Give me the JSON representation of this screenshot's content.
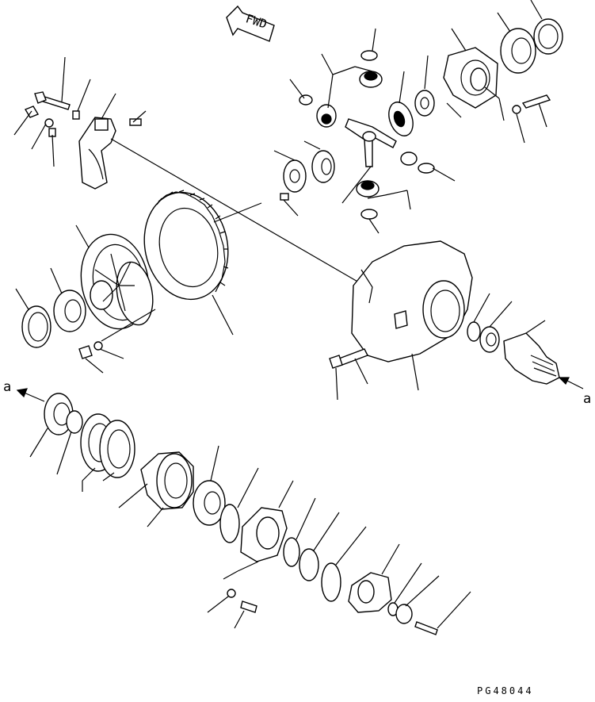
{
  "diagram": {
    "direction_tag": "FWD",
    "view_marker_left": "a",
    "view_marker_right": "a",
    "drawing_code": "PG48044"
  }
}
